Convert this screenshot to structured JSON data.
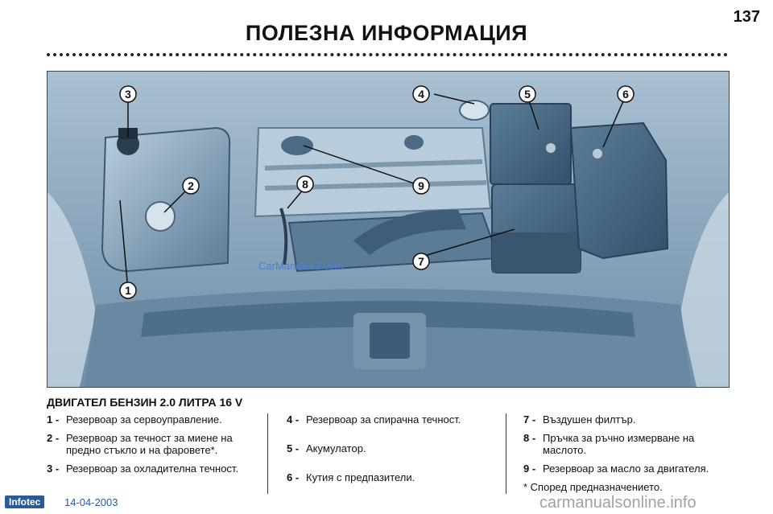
{
  "page_number": "137",
  "page_title": "ПОЛЕЗНА ИНФОРМАЦИЯ",
  "figure": {
    "callouts": [
      "1",
      "2",
      "3",
      "4",
      "5",
      "6",
      "7",
      "8",
      "9"
    ],
    "watermark": "CarManuals2.com"
  },
  "section_title": "ДВИГАТЕЛ БЕНЗИН 2.0 ЛИТРА 16 V",
  "items": [
    {
      "num": "1 -",
      "text": "Резервоар за сервоуправление."
    },
    {
      "num": "2 -",
      "text": "Резервоар за течност за миене на предно стъкло и на фаровете*."
    },
    {
      "num": "3 -",
      "text": "Резервоар за охладителна течност."
    },
    {
      "num": "4 -",
      "text": "Резервоар за спирачна течност."
    },
    {
      "num": "5 -",
      "text": "Акумулатор."
    },
    {
      "num": "6 -",
      "text": "Кутия с предпазители."
    },
    {
      "num": "7 -",
      "text": "Въздушен филтър."
    },
    {
      "num": "8 -",
      "text": "Пръчка за ръчно измерване на маслото."
    },
    {
      "num": "9 -",
      "text": "Резервоар за масло за двигателя."
    }
  ],
  "footnote": "* Според предназначението.",
  "footer": {
    "logo": "Infotec",
    "date": "14-04-2003",
    "watermark": "carmanualsonline.info"
  },
  "colors": {
    "figure_background": "#8eaac0",
    "brand_blue": "#2a5a9a"
  }
}
